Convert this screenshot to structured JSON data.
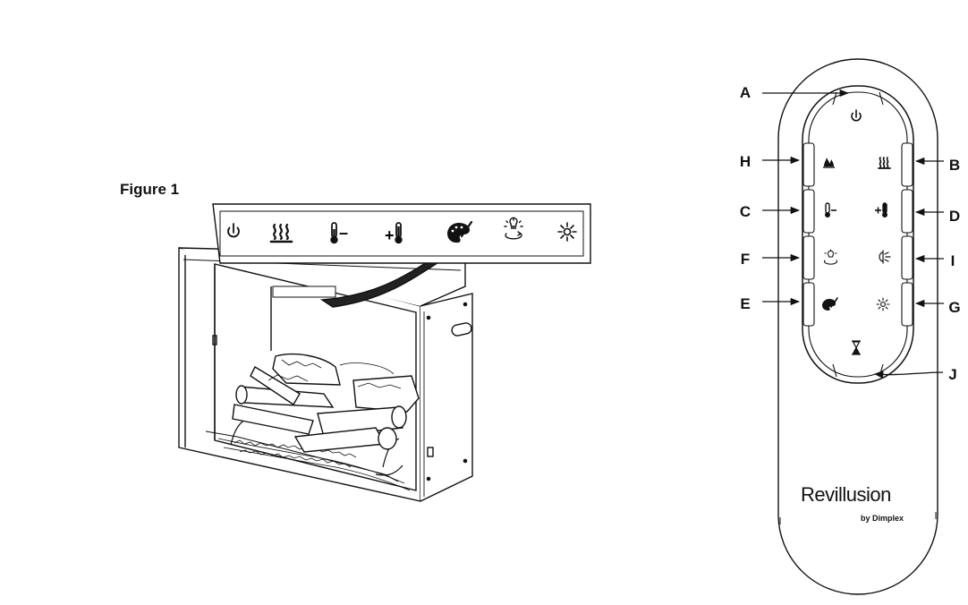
{
  "figure": {
    "label": "Figure 1"
  },
  "callouts": {
    "A": "A",
    "B": "B",
    "C": "C",
    "D": "D",
    "E": "E",
    "F": "F",
    "G": "G",
    "H": "H",
    "I": "I",
    "J": "J"
  },
  "remote": {
    "brand_name": "Revillusion",
    "brand_sub": "by Dimplex"
  },
  "control_panel": {
    "icons": [
      "power-icon",
      "heat-icon",
      "temp-down-icon",
      "temp-up-icon",
      "palette-icon",
      "dimmer-icon",
      "brightness-icon"
    ],
    "minus_text": "–",
    "plus_text": "+"
  },
  "remote_buttons": {
    "A": "power-icon",
    "H": "flame-icon",
    "B": "heat-icon",
    "C": "temp-down-icon",
    "D": "temp-up-icon",
    "F": "dimmer-icon",
    "I": "ember-icon",
    "E": "palette-icon",
    "G": "brightness-icon",
    "J": "timer-icon"
  }
}
